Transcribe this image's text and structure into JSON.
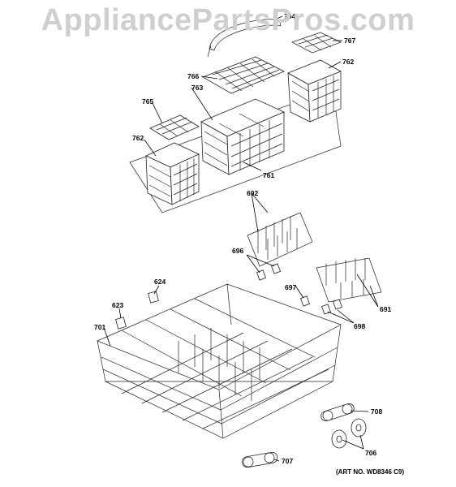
{
  "watermark": "AppliancePartsPros.com",
  "art_number": "(ART NO. WD8346 C9)",
  "part_labels": {
    "p764": "764",
    "p767": "767",
    "p766": "766",
    "p762a": "762",
    "p763": "763",
    "p765": "765",
    "p762b": "762",
    "p761": "761",
    "p692": "692",
    "p696": "696",
    "p697": "697",
    "p691": "691",
    "p698": "698",
    "p624": "624",
    "p623": "623",
    "p701": "701",
    "p708": "708",
    "p706": "706",
    "p707": "707"
  }
}
